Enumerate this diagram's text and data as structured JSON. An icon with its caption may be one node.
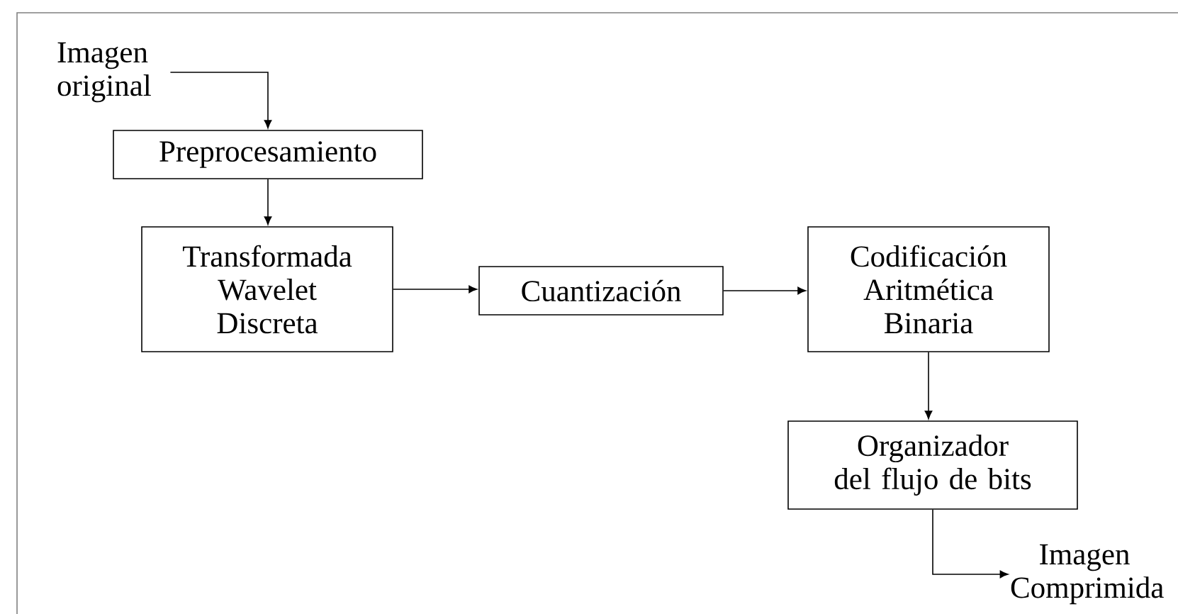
{
  "diagram": {
    "nodes": [
      {
        "text": [
          "Imagen original"
        ]
      },
      {
        "text": [
          "Preprocesamiento"
        ]
      },
      {
        "text": [
          "Transformada Wavelet Discreta"
        ]
      },
      {
        "text": [
          "Cuantización"
        ]
      },
      {
        "text": [
          "Codificación Aritmética Binaria"
        ]
      },
      {
        "text": [
          "Organizador del flujo de bits"
        ]
      },
      {
        "text": [
          "Imagen Comprimida"
        ]
      }
    ],
    "edges": [
      {
        "from": 0,
        "to": 1,
        "arrow": "to"
      },
      {
        "from": 1,
        "to": 2,
        "arrow": "to"
      },
      {
        "from": 2,
        "to": 3,
        "arrow": "to"
      },
      {
        "from": 3,
        "to": 4,
        "arrow": "to"
      },
      {
        "from": 4,
        "to": 5,
        "arrow": "to"
      },
      {
        "from": 5,
        "to": 6,
        "arrow": "to"
      }
    ]
  }
}
